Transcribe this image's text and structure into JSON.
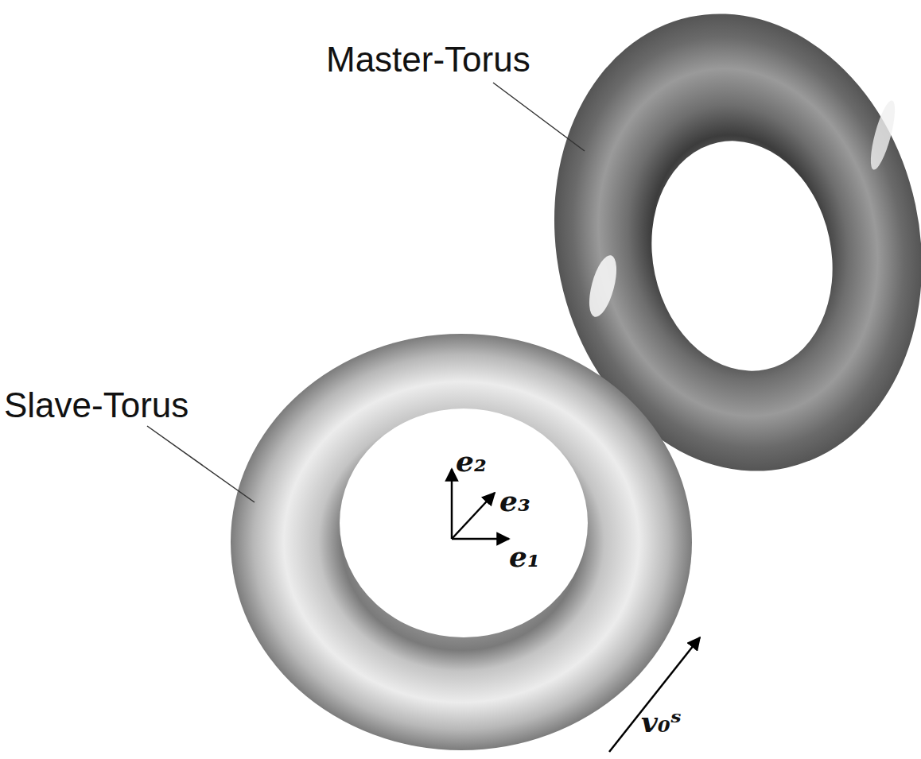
{
  "diagram": {
    "labels": [
      "Master-Torus",
      "Slave-Torus",
      "e₂",
      "e₃",
      "e₁",
      "v₀ˢ"
    ]
  }
}
